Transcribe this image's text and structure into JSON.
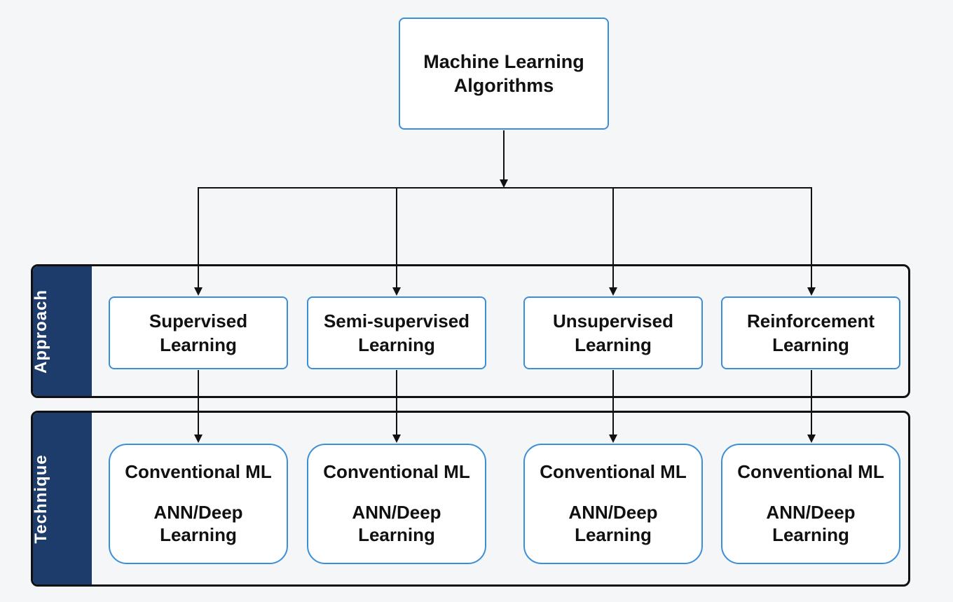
{
  "root": {
    "label": "Machine Learning\nAlgorithms"
  },
  "rows": {
    "approach_label": "Approach",
    "technique_label": "Technique"
  },
  "approaches": [
    {
      "label": "Supervised\nLearning"
    },
    {
      "label": "Semi-supervised\nLearning"
    },
    {
      "label": "Unsupervised\nLearning"
    },
    {
      "label": "Reinforcement\nLearning"
    }
  ],
  "techniques": [
    {
      "line1": "Conventional ML",
      "line2": "ANN/Deep\nLearning"
    },
    {
      "line1": "Conventional ML",
      "line2": "ANN/Deep\nLearning"
    },
    {
      "line1": "Conventional ML",
      "line2": "ANN/Deep\nLearning"
    },
    {
      "line1": "Conventional ML",
      "line2": "ANN/Deep\nLearning"
    }
  ],
  "colors": {
    "node_border": "#3b8fd9",
    "tab_fill": "#1d3c6b",
    "arrow": "#111111"
  }
}
